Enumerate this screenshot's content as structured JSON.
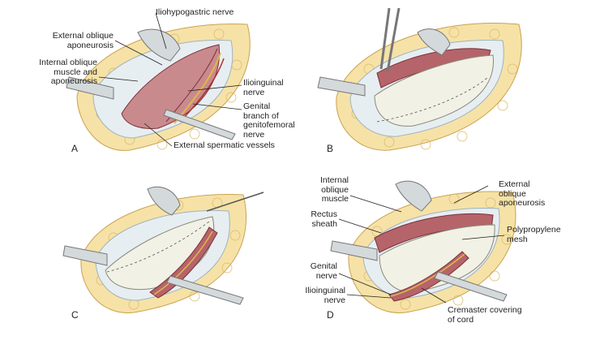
{
  "panels": [
    {
      "letter": "A",
      "labels": {
        "iliohypogastric": "Iliohypogastric nerve",
        "ext_oblique": "External oblique\naponeurosis",
        "int_oblique": "Internal oblique\nmuscle and\naponeurosis",
        "ilioinguinal": "Ilioinguinal\nnerve",
        "genital_branch": "Genital\nbranch of\ngenitofemoral\nnerve",
        "ext_spermatic": "External spermatic vessels"
      }
    },
    {
      "letter": "B",
      "labels": {}
    },
    {
      "letter": "C",
      "labels": {}
    },
    {
      "letter": "D",
      "labels": {
        "int_oblique": "Internal\noblique\nmuscle",
        "rectus": "Rectus\nsheath",
        "ext_oblique": "External\noblique\naponeurosis",
        "mesh": "Polypropylene\nmesh",
        "genital": "Genital\nnerve",
        "ilioinguinal": "Ilioinguinal\nnerve",
        "cremaster": "Cremaster covering\nof cord"
      }
    }
  ],
  "colors": {
    "fat": "#f6e2a7",
    "fat_cell": "#d9b867",
    "muscle": "#b5646a",
    "muscle_dark": "#7d3038",
    "fascia": "#e7eef2",
    "mesh": "#f1f1e6",
    "retractor": "#d4d9dc",
    "nerve": "#e0b64a",
    "vessel": "#b03030"
  }
}
